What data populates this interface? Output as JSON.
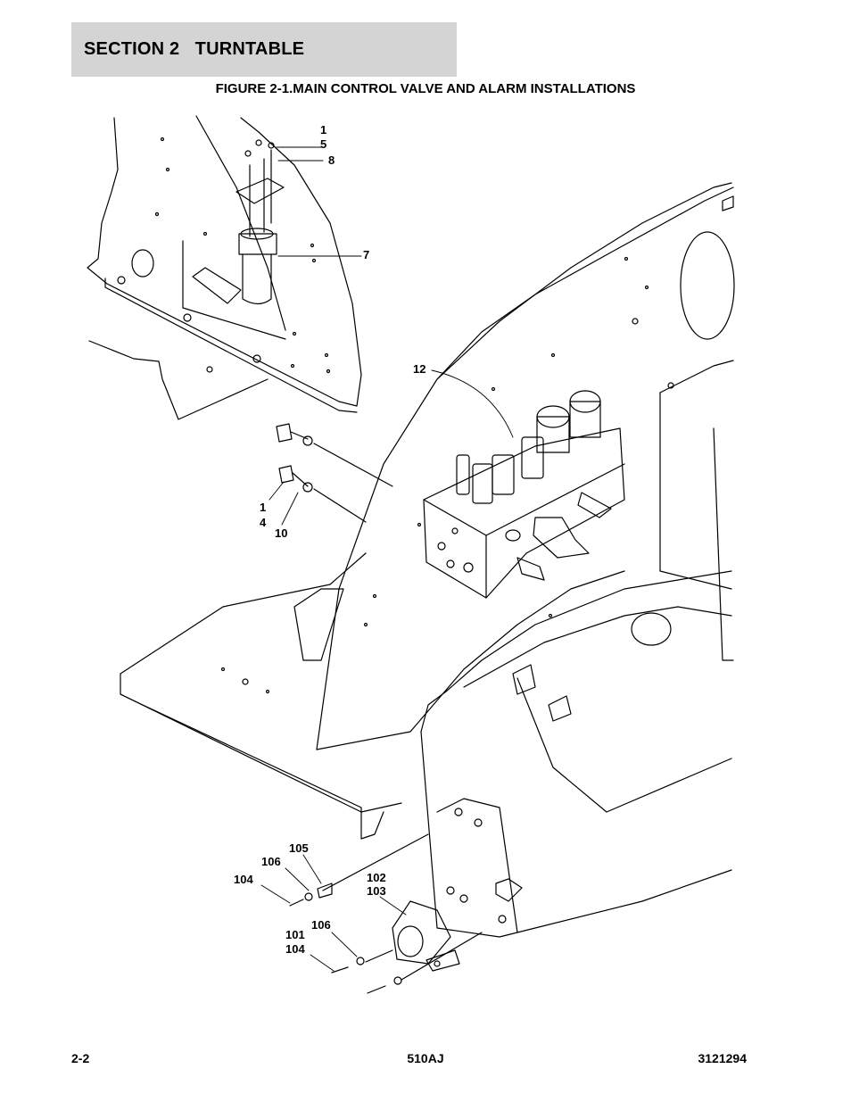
{
  "header": {
    "section": "SECTION 2   TURNTABLE",
    "figure_title": "FIGURE 2-1.MAIN CONTROL VALVE AND ALARM INSTALLATIONS"
  },
  "callouts": {
    "c1a": "1",
    "c5": "5",
    "c8": "8",
    "c7": "7",
    "c12": "12",
    "c1b": "1",
    "c4": "4",
    "c10": "10",
    "c105": "105",
    "c106a": "106",
    "c104a": "104",
    "c102": "102",
    "c103": "103",
    "c106b": "106",
    "c101": "101",
    "c104b": "104"
  },
  "footer": {
    "page": "2-2",
    "model": "510AJ",
    "doc_number": "3121294"
  }
}
